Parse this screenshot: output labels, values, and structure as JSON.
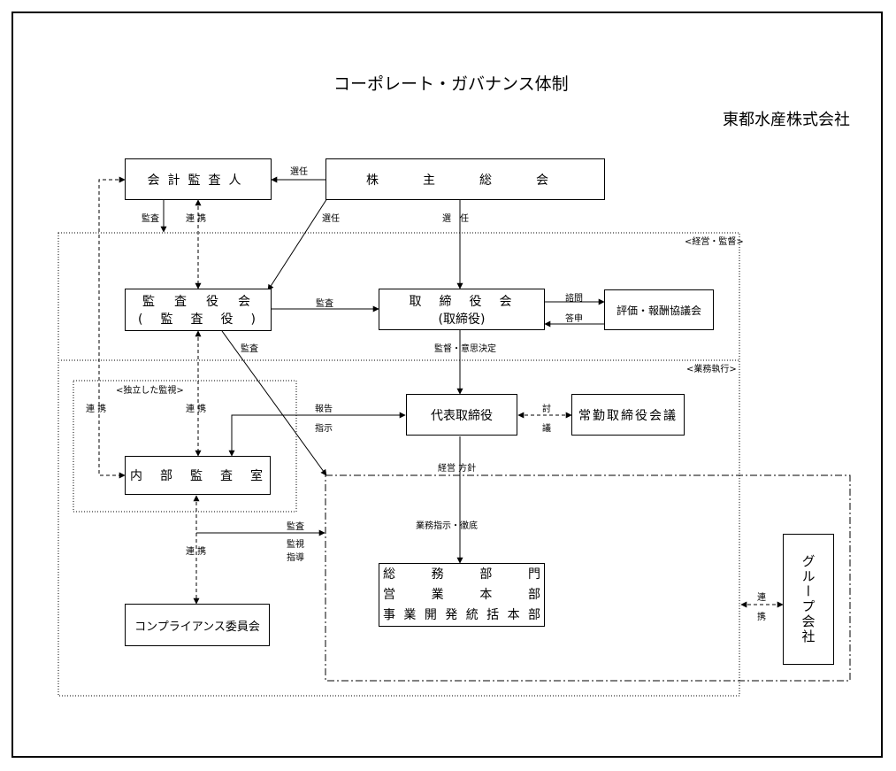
{
  "title": "コーポレート・ガバナンス体制",
  "company": "東都水産株式会社",
  "regions": {
    "management": "<経営・監督>",
    "execution": "<業務執行>",
    "independent": "<独立した監視>"
  },
  "nodes": {
    "shareholders": "株　主　総　会",
    "auditor": "会計監査人",
    "audit_board_line1": "監　査　役　会",
    "audit_board_line2": "(　監　査　役　)",
    "board_line1": "取　締　役　会",
    "board_line2": "(取締役)",
    "evaluation": "評価・報酬協議会",
    "president": "代表取締役",
    "executive_committee": "常勤取締役会議",
    "internal_audit": "内　部　監　査　室",
    "compliance": "コンプライアンス委員会",
    "departments": [
      "総　務　部　門",
      "営　業　本　部",
      "事業開発統括本部"
    ],
    "group": "グループ会社"
  },
  "labels": {
    "elect_auditor": "選任",
    "elect_audit_board": "選任",
    "elect_board": "選　任",
    "audit_accountant": "監査",
    "cooperate_top": "連 携",
    "audit_to_board": "監査",
    "consult": "諮問",
    "reply": "答申",
    "supervise_decide": "監督・意思決定",
    "audit_diag": "監査",
    "cooperate_left": "連 携",
    "cooperate_mid": "連 携",
    "report": "報告",
    "instruct": "指示",
    "discuss_1": "討",
    "discuss_2": "議",
    "policy": "経営 方針",
    "ops_instruct": "業務指示・徹底",
    "audit_lower": "監査",
    "monitor_1": "監視",
    "monitor_2": "指導",
    "cooperate_lower": "連 携",
    "cooperate_group_1": "連",
    "cooperate_group_2": "携"
  }
}
